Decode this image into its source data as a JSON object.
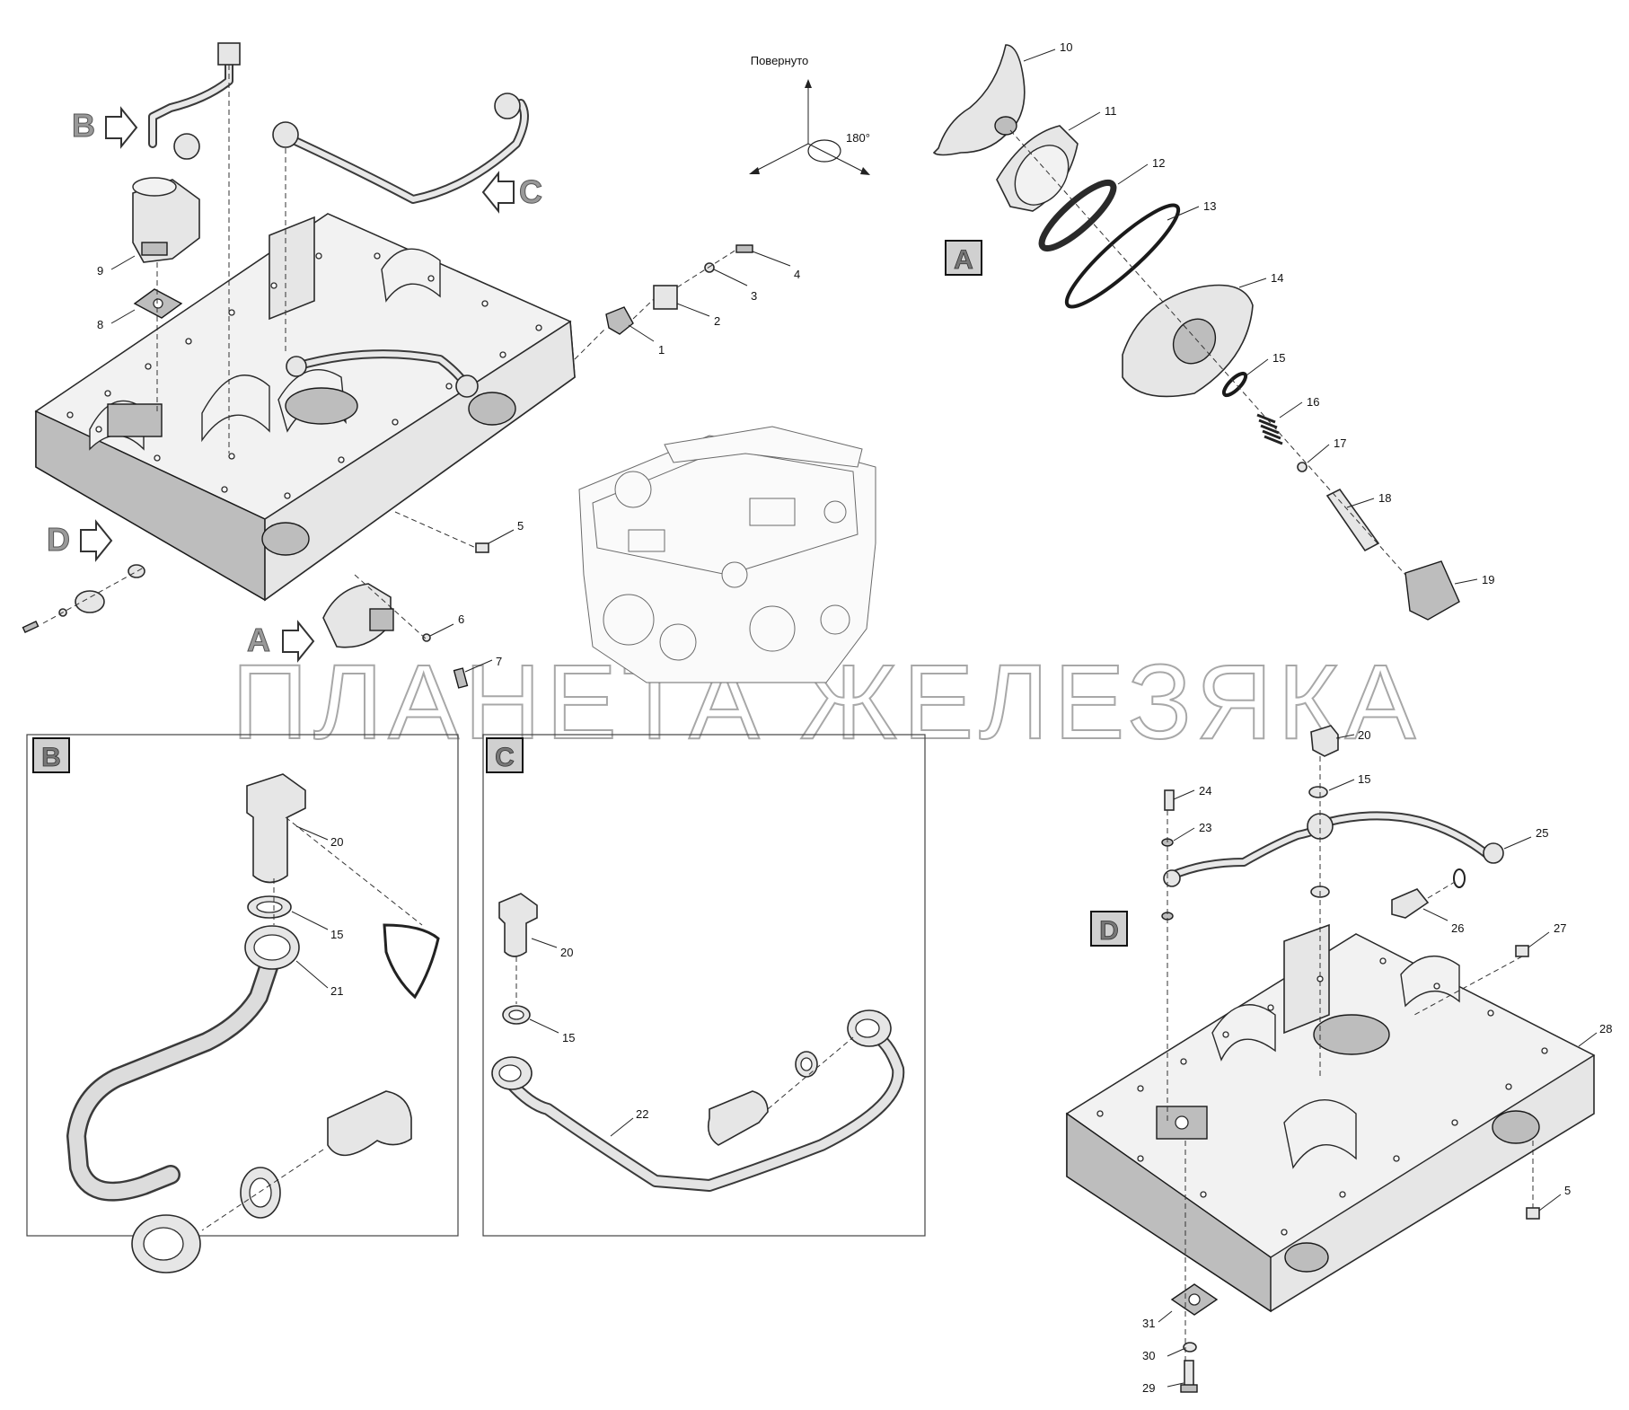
{
  "rotation_note": "Повернуто",
  "rotation_angle": "180°",
  "watermark": "ПЛАНЕТА ЖЕЛЕЗЯКА",
  "view_letters": {
    "a": "A",
    "b": "B",
    "c": "C",
    "d": "D"
  },
  "labels": {
    "p1": "1",
    "p2": "2",
    "p3": "3",
    "p4": "4",
    "p5": "5",
    "p5b": "5",
    "p6": "6",
    "p7": "7",
    "p8": "8",
    "p9": "9",
    "p10": "10",
    "p11": "11",
    "p12": "12",
    "p13": "13",
    "p14": "14",
    "p15a": "15",
    "p15b": "15",
    "p15c": "15",
    "p15d": "15",
    "p16": "16",
    "p17": "17",
    "p18": "18",
    "p19": "19",
    "p20b": "20",
    "p20c": "20",
    "p20d": "20",
    "p21": "21",
    "p22": "22",
    "p23": "23",
    "p24": "24",
    "p25": "25",
    "p26": "26",
    "p27": "27",
    "p28": "28",
    "p29": "29",
    "p30": "30",
    "p31": "31"
  }
}
